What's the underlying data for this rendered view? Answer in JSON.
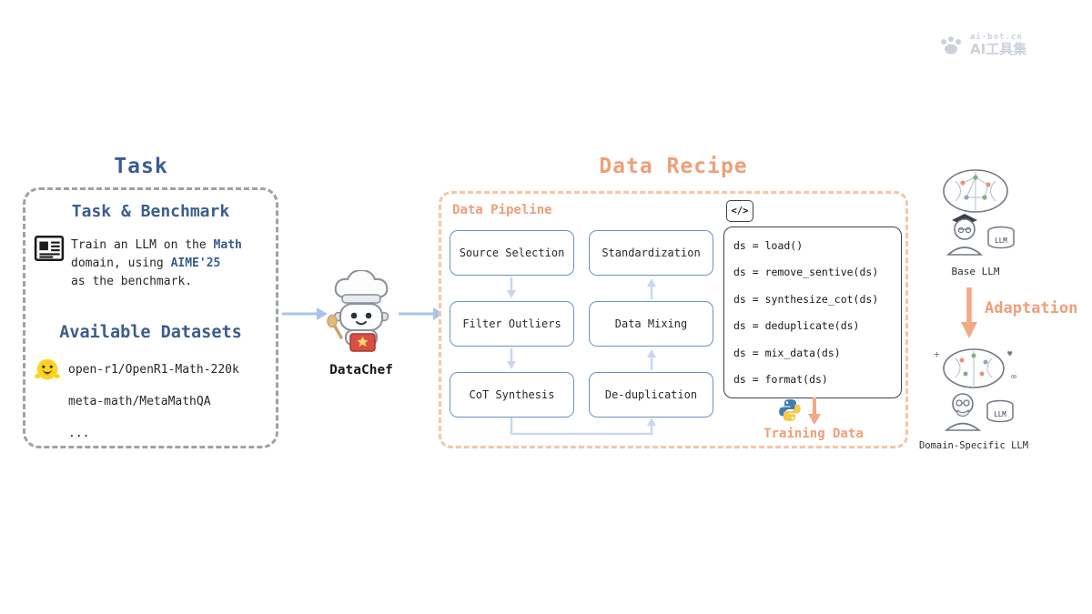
{
  "watermark": {
    "site": "ai-bot.cn",
    "name": "AI工具集"
  },
  "task": {
    "title": "Task",
    "benchmark_heading": "Task & Benchmark",
    "benchmark": {
      "line1_pre": "Train an LLM on the ",
      "line1_bold": "Math",
      "line2_pre": "domain, using ",
      "line2_bold": "AIME'25",
      "line3": "as the benchmark."
    },
    "datasets_heading": "Available Datasets",
    "datasets": [
      "open-r1/OpenR1-Math-220k",
      "meta-math/MetaMathQA",
      "..."
    ]
  },
  "datachef": {
    "label": "DataChef"
  },
  "recipe": {
    "title": "Data Recipe",
    "pipeline_label": "Data Pipeline",
    "steps_left": [
      "Source Selection",
      "Filter Outliers",
      "CoT Synthesis"
    ],
    "steps_right": [
      "Standardization",
      "Data Mixing",
      "De-duplication"
    ],
    "code_icon_label": "</>",
    "code_lines": [
      "ds = load()",
      "ds = remove_sentive(ds)",
      "ds = synthesize_cot(ds)",
      "ds = deduplicate(ds)",
      "ds = mix_data(ds)",
      "ds = format(ds)"
    ],
    "training_data_label": "Training Data"
  },
  "right_panel": {
    "base_llm_label": "Base LLM",
    "adaptation_label": "Adaptation",
    "domain_llm_label": "Domain-Specific LLM",
    "llm_badge": "LLM"
  },
  "colors": {
    "heading_blue": "#3b5c8f",
    "accent_orange": "#ef9f78",
    "box_border_blue": "#6a93c4",
    "arrow_blue": "#aac4e4",
    "arrow_orange": "#f2a988",
    "task_dash_gray": "#9aa2ab",
    "recipe_dash_orange": "#f6c5a5"
  }
}
